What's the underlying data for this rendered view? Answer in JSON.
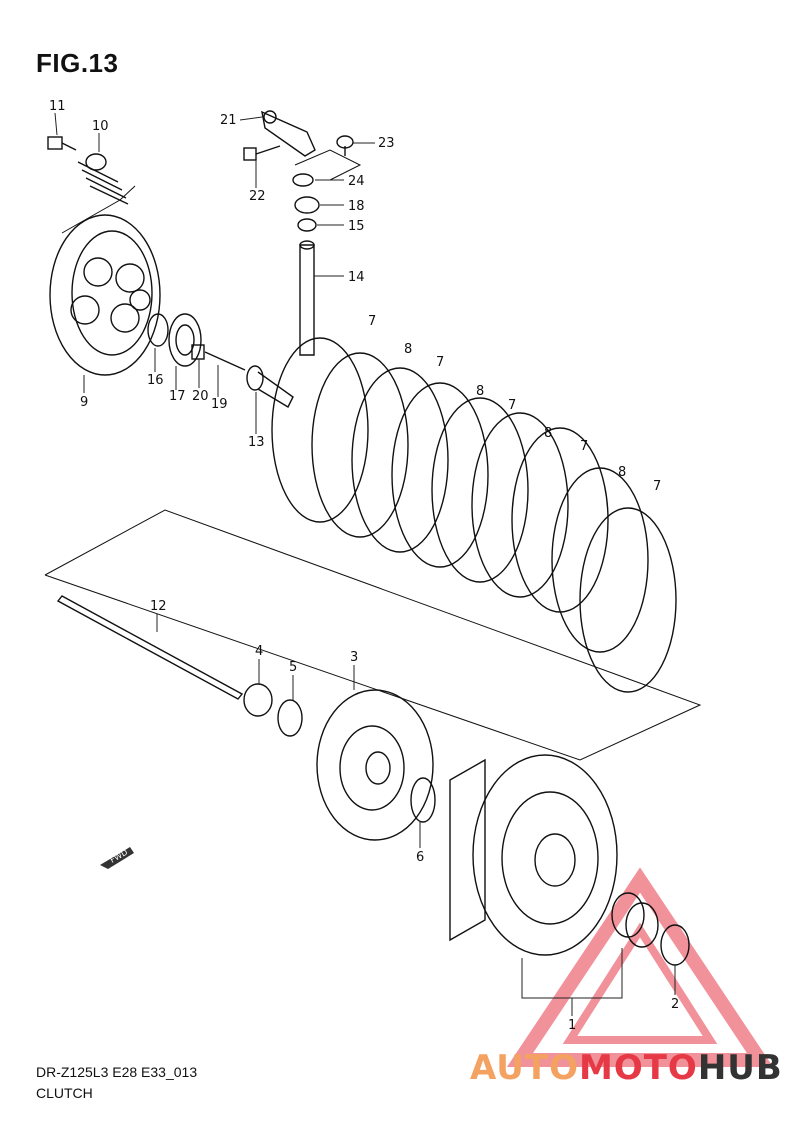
{
  "header": {
    "figure_label": "FIG.13"
  },
  "footer": {
    "model_code": "DR-Z125L3 E28 E33_013",
    "section_name": "CLUTCH"
  },
  "watermark": {
    "part1": "AUTO",
    "part2": "MOTO",
    "part3": "HUB",
    "color1": "#f4a261",
    "color2": "#e63946",
    "color3": "#333333"
  },
  "callouts": {
    "c1": "1",
    "c2": "2",
    "c3": "3",
    "c4": "4",
    "c5": "5",
    "c6": "6",
    "c7a": "7",
    "c7b": "7",
    "c7c": "7",
    "c7d": "7",
    "c7e": "7",
    "c8a": "8",
    "c8b": "8",
    "c8c": "8",
    "c8d": "8",
    "c9": "9",
    "c10": "10",
    "c11": "11",
    "c12": "12",
    "c13": "13",
    "c14": "14",
    "c15": "15",
    "c16": "16",
    "c17": "17",
    "c18": "18",
    "c19": "19",
    "c20": "20",
    "c21": "21",
    "c22": "22",
    "c23": "23",
    "c24": "24"
  },
  "fwd_arrow": {
    "label": "FWD"
  }
}
